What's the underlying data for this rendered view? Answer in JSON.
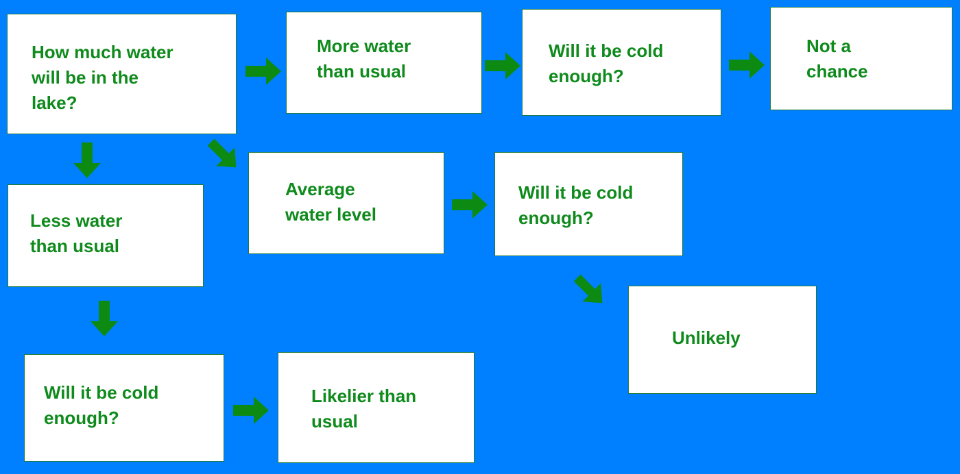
{
  "colors": {
    "background": "#0080ff",
    "box_fill": "#ffffff",
    "text": "#0f8a1c",
    "arrow": "#0d8a12"
  },
  "nodes": {
    "question_water": "How much water\nwill be in the\nlake?",
    "more_water": "More water\nthan usual",
    "cold_more": "Will it be cold\nenough?",
    "not_a_chance": "Not a\nchance",
    "average_level": "Average\nwater level",
    "cold_average": "Will it be cold\nenough?",
    "unlikely": "Unlikely",
    "less_water": "Less water\nthan usual",
    "cold_less": "Will it be cold\nenough?",
    "likelier": "Likelier than\nusual"
  }
}
